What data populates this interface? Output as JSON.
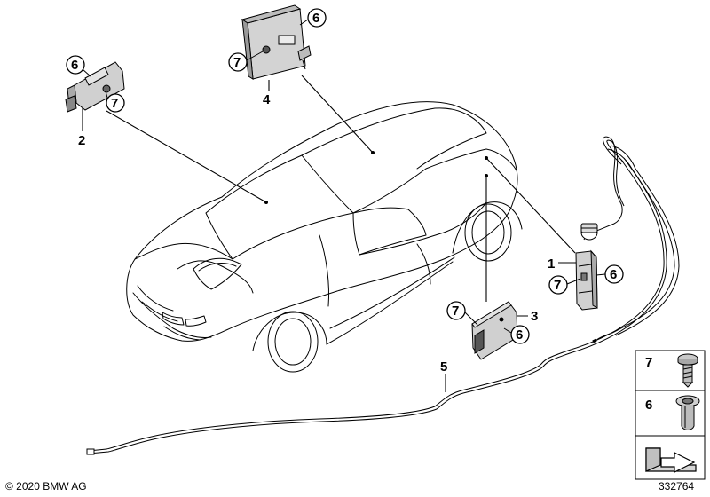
{
  "callouts": {
    "n1": "1",
    "n2": "2",
    "n3": "3",
    "n4": "4",
    "n5": "5",
    "c6": "6",
    "c7": "7"
  },
  "legend": {
    "row1": "7",
    "row2": "6"
  },
  "footer": {
    "copyright": "© 2020 BMW AG",
    "reference": "332764"
  }
}
